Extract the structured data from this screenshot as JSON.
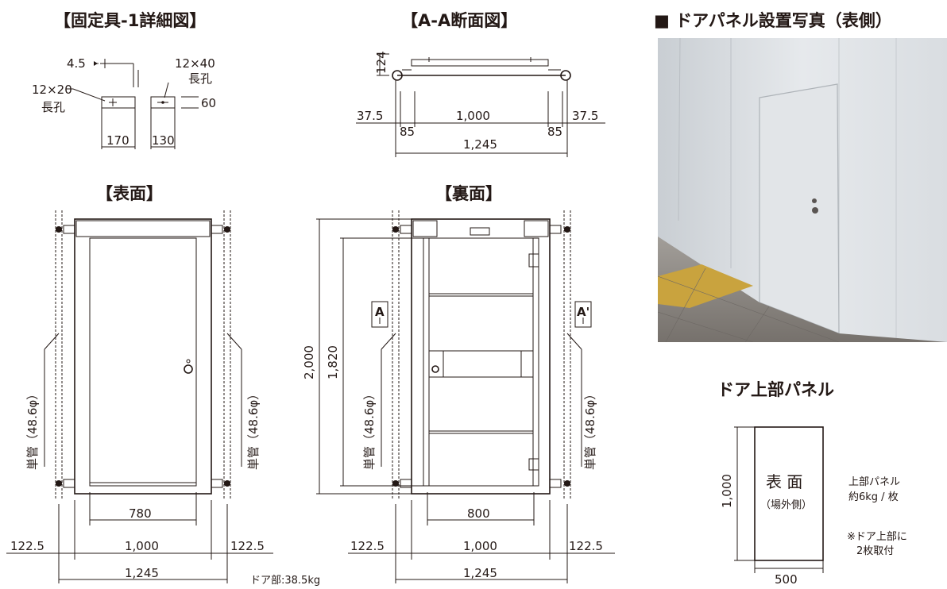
{
  "titles": {
    "fixture_detail": "【固定具-1詳細図】",
    "section_aa": "【A-A断面図】",
    "photo": "■ ドアパネル設置写真（表側）",
    "front": "【表面】",
    "back": "【裏面】",
    "upper_panel": "ドア上部パネル"
  },
  "fixture": {
    "d_4_5": "4.5",
    "slot_12x20": "12×20",
    "slot_12x20_label": "長孔",
    "slot_12x40": "12×40",
    "slot_12x40_label": "長孔",
    "d_60": "60",
    "d_170": "170",
    "d_130": "130"
  },
  "section": {
    "d_124": "124",
    "d_37_5_left": "37.5",
    "d_1000": "1,000",
    "d_37_5_right": "37.5",
    "d_85_left": "85",
    "d_85_right": "85",
    "d_1245": "1,245"
  },
  "front_view": {
    "pipe_left": "単管（48.6φ）",
    "pipe_right": "単管（48.6φ）",
    "d_780": "780",
    "d_122_5_left": "122.5",
    "d_1000": "1,000",
    "d_122_5_right": "122.5",
    "d_1245": "1,245",
    "door_weight": "ドア部:38.5kg"
  },
  "back_view": {
    "marker_a": "A",
    "marker_a_prime": "A'",
    "pipe_left": "単管（48.6φ）",
    "pipe_right": "単管（48.6φ）",
    "d_2000": "2,000",
    "d_1820": "1,820",
    "d_800": "800",
    "d_122_5_left": "122.5",
    "d_1000": "1,000",
    "d_122_5_right": "122.5",
    "d_1245": "1,245"
  },
  "upper_panel": {
    "face_label": "表 面",
    "face_sub": "（場外側）",
    "d_1000": "1,000",
    "d_500": "500",
    "weight_line1": "上部パネル",
    "weight_line2": "約6kg / 枚",
    "note_line1": "※ドア上部に",
    "note_line2": "2枚取付"
  },
  "colors": {
    "ink": "#231815",
    "photo_wall": "#dfe3e6",
    "photo_pavement": "#8e8a86",
    "tactile_paving": "#c9a33e"
  }
}
